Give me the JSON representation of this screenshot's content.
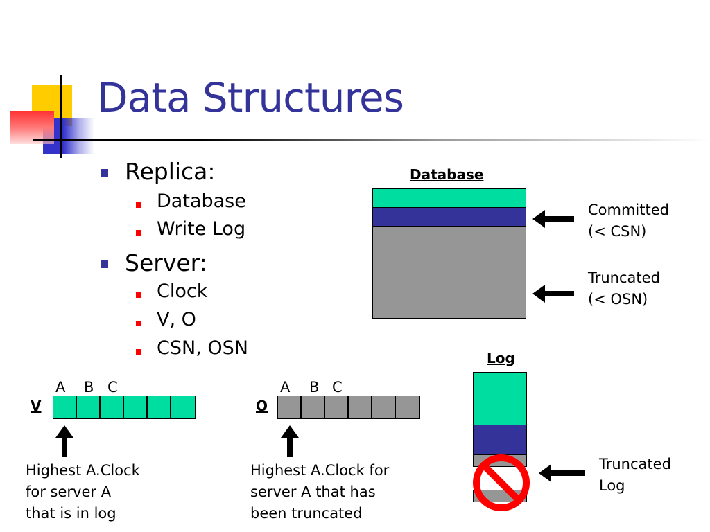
{
  "slide": {
    "title": "Data Structures"
  },
  "bullets": {
    "replica": "Replica:",
    "replica_items": [
      "Database",
      "Write Log"
    ],
    "server": "Server:",
    "server_items": [
      "Clock",
      "V, O",
      "CSN, OSN"
    ]
  },
  "database": {
    "label": "Database",
    "committed": [
      "Committed",
      "(< CSN)"
    ],
    "truncated": [
      "Truncated",
      "(< OSN)"
    ],
    "colors": {
      "teal": "#00dda0",
      "blue": "#333399",
      "gray": "#969696"
    }
  },
  "vectors": {
    "col_labels": [
      "A",
      "B",
      "C"
    ],
    "v": {
      "label": "V",
      "caption": [
        "Highest A.Clock",
        "for server A",
        "that is in log"
      ]
    },
    "o": {
      "label": "O",
      "caption": [
        "Highest A.Clock for",
        "server A that has",
        "been truncated"
      ]
    }
  },
  "log": {
    "label": "Log",
    "truncated": [
      "Truncated",
      "Log"
    ]
  }
}
